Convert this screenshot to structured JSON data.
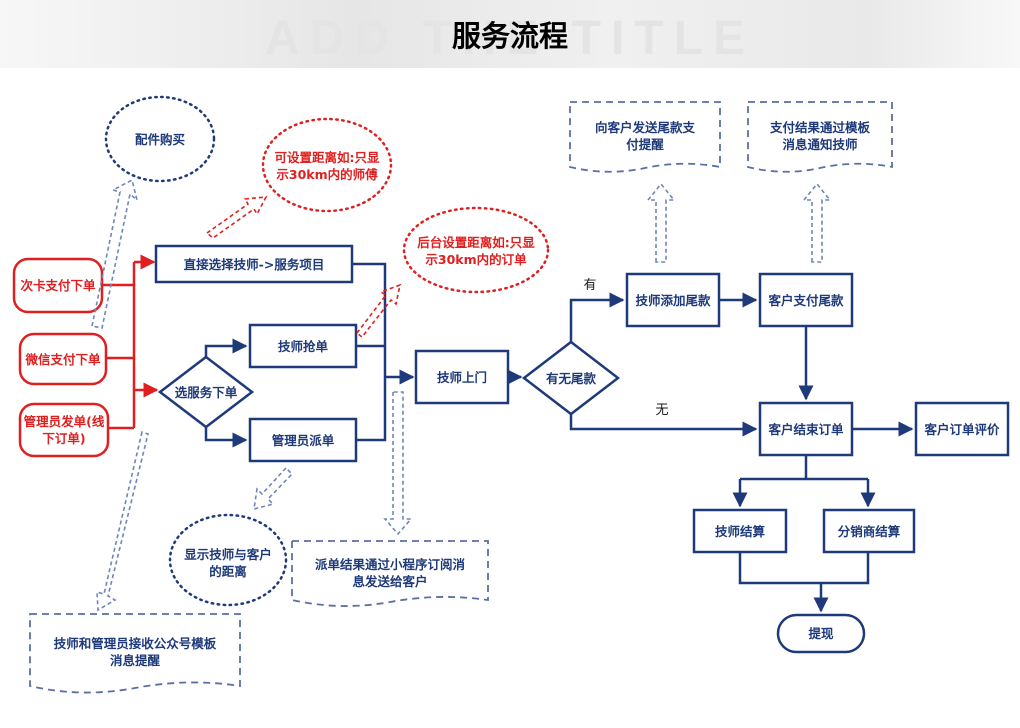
{
  "header": {
    "title": "服务流程",
    "ghost_title": "ADD THE TITLE"
  },
  "diagram": {
    "entry": {
      "card_pay": "次卡支付下单",
      "wechat_pay": "微信支付下单",
      "admin_order": "管理员发单(线下订单)"
    },
    "select_service": "选服务下单",
    "direct_select": "直接选择技师->服务项目",
    "tech_grab": "技师抢单",
    "admin_dispatch": "管理员派单",
    "tech_visit": "技师上门",
    "has_final_payment": "有无尾款",
    "branch_yes": "有",
    "branch_no": "无",
    "tech_add_final": "技师添加尾款",
    "customer_pay_final": "客户支付尾款",
    "customer_finish": "客户结束订单",
    "customer_review": "客户订单评价",
    "tech_settle": "技师结算",
    "distributor_settle": "分销商结算",
    "withdraw": "提现",
    "notes": {
      "parts_purchase": "配件购买",
      "distance_tech": "可设置距离如:只显示30km内的师傅",
      "distance_order": "后台设置距离如:只显示30km内的订单",
      "show_distance": "显示技师与客户的距离",
      "tech_admin_notify": "技师和管理员接收公众号模板消息提醒",
      "dispatch_result": "派单结果通过小程序订阅消息发送给客户",
      "final_pay_reminder": "向客户发送尾款支付提醒",
      "pay_result_notify": "支付结果通过模板消息通知技师"
    }
  },
  "colors": {
    "navy": "#1f3a7a",
    "red": "#e02020",
    "dashed_blue": "#6f86b8"
  }
}
